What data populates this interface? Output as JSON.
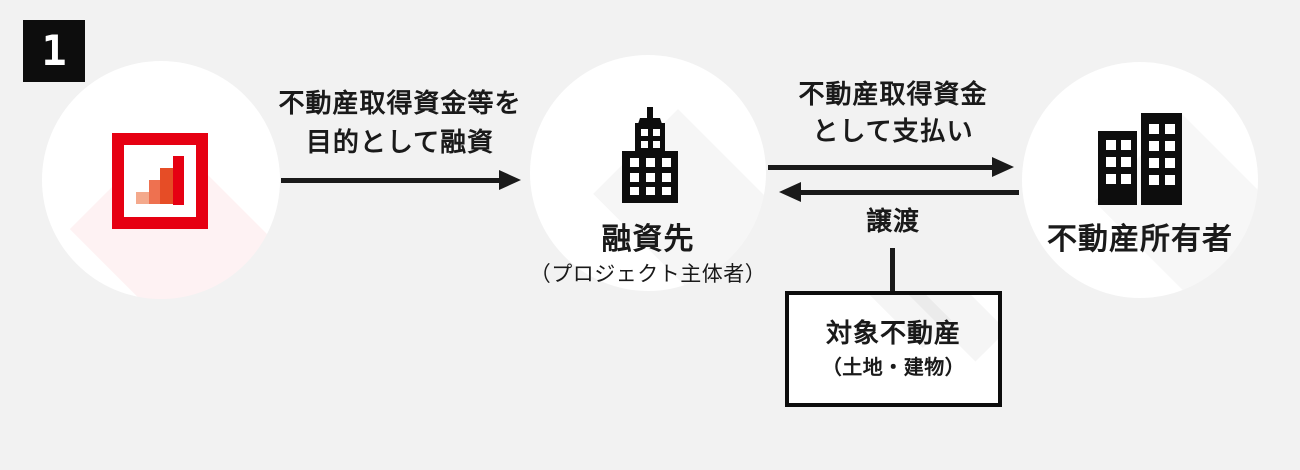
{
  "palette": {
    "background": "#f2f2f2",
    "ink": "#1a1a1a",
    "accent_red": "#e60012"
  },
  "step_badge": {
    "number": "1"
  },
  "logo": {
    "frame_color": "#e60012",
    "bar_colors": [
      "#f4a98c",
      "#ee7150",
      "#e64d26",
      "#e60012"
    ]
  },
  "entities": {
    "borrower": {
      "name": "融資先",
      "note": "（プロジェクト主体者）"
    },
    "owner": {
      "name": "不動産所有者"
    }
  },
  "flows": {
    "loan": {
      "line1": "不動産取得資金等を",
      "line2": "目的として融資"
    },
    "payment": {
      "line1": "不動産取得資金",
      "line2": "として支払い"
    },
    "transfer": {
      "label": "譲渡"
    }
  },
  "asset_box": {
    "title": "対象不動産",
    "subtitle": "（土地・建物）"
  }
}
